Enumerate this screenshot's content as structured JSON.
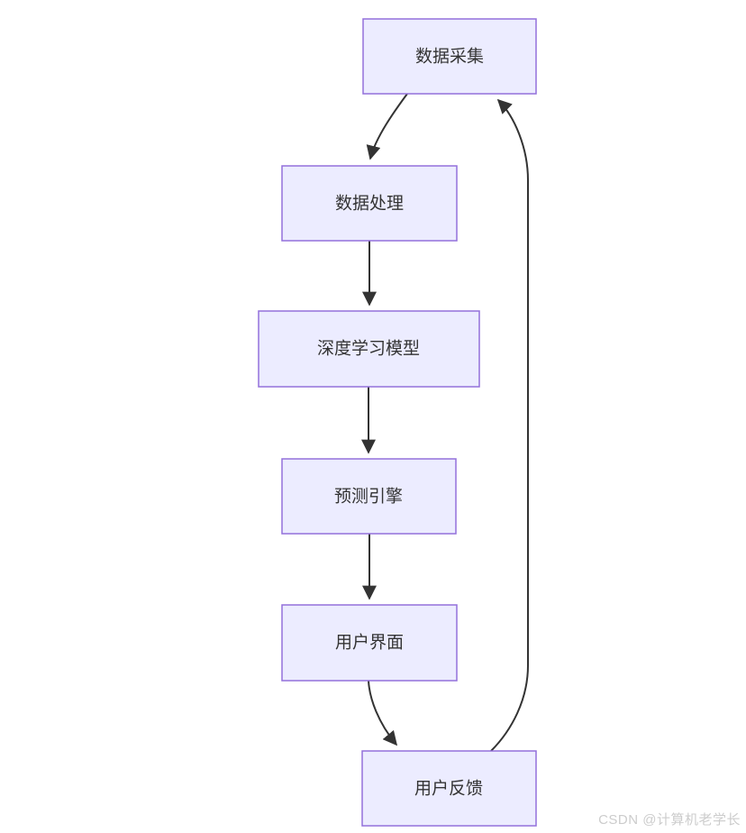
{
  "diagram": {
    "type": "flowchart",
    "direction": "top-down",
    "nodes": [
      {
        "id": "node-1",
        "label": "数据采集"
      },
      {
        "id": "node-2",
        "label": "数据处理"
      },
      {
        "id": "node-3",
        "label": "深度学习模型"
      },
      {
        "id": "node-4",
        "label": "预测引擎"
      },
      {
        "id": "node-5",
        "label": "用户界面"
      },
      {
        "id": "node-6",
        "label": "用户反馈"
      }
    ],
    "edges": [
      {
        "from": "数据采集",
        "to": "数据处理"
      },
      {
        "from": "数据处理",
        "to": "深度学习模型"
      },
      {
        "from": "深度学习模型",
        "to": "预测引擎"
      },
      {
        "from": "预测引擎",
        "to": "用户界面"
      },
      {
        "from": "用户界面",
        "to": "用户反馈"
      },
      {
        "from": "用户反馈",
        "to": "数据采集"
      }
    ],
    "colors": {
      "node_fill": "#ECECFF",
      "node_border": "#9370DB",
      "edge": "#333333",
      "text": "#333333",
      "background": "#FFFFFF"
    }
  },
  "watermark": {
    "text": "CSDN @计算机老学长",
    "color": "#CCCCCC"
  }
}
